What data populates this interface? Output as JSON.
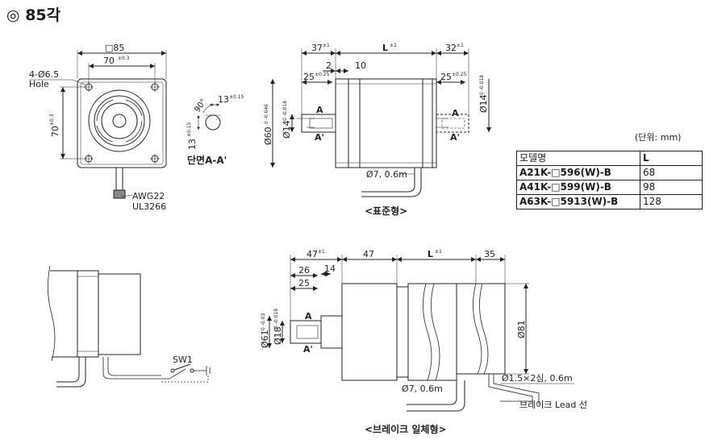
{
  "title": "◎ 85각",
  "unit_label": "(단위: mm)",
  "table": {
    "headers": [
      "모델명",
      "L"
    ],
    "rows": [
      {
        "model": "A21K-□596(W)-B",
        "L": "68"
      },
      {
        "model": "A41K-□599(W)-B",
        "L": "98"
      },
      {
        "model": "A63K-□5913(W)-B",
        "L": "128"
      }
    ]
  },
  "front_view": {
    "square": "□85",
    "pitch": "70",
    "pitch_tol": "±0.3",
    "pitch_v": "70",
    "pitch_v_tol": "±0.3",
    "hole": "4-Ø6.5",
    "hole_word": "Hole",
    "wire1": "AWG22",
    "wire2": "UL3266"
  },
  "section": {
    "angle": "90°",
    "key_w": "13",
    "key_w_tol": "±0.15",
    "key_h": "13",
    "key_h_tol": "±0.15",
    "caption": "단면A-A'"
  },
  "standard": {
    "d37": "37",
    "d37_tol": "±1",
    "dL": "L",
    "dL_tol": "±1",
    "d32": "32",
    "d32_tol": "±1",
    "d2": "2",
    "d10": "10",
    "d25a": "25",
    "d25a_tol": "±0.25",
    "d25b": "25",
    "d25b_tol": "±0.25",
    "dia60": "Ø60",
    "dia60_tol": "0 -0.046",
    "dia14a": "Ø14",
    "dia14a_tol": "0 -0.018",
    "dia14b": "Ø14",
    "dia14b_tol": "0 -0.018",
    "sec_a": "A",
    "sec_a2": "A'",
    "cable": "Ø7, 0.6m",
    "caption": "<표준형>"
  },
  "brake": {
    "d47a": "47",
    "d47a_tol": "±1",
    "d14": "14",
    "d47b": "47",
    "dL": "L",
    "dL_tol": "±1",
    "d35": "35",
    "d26": "26",
    "d25": "25",
    "dia61": "Ø61",
    "dia61_tol": "0 -0.03",
    "dia18": "Ø18",
    "dia18_tol": "0 -0.018",
    "dia81": "Ø81",
    "sec_a": "A",
    "sec_a2": "A'",
    "cable": "Ø7, 0.6m",
    "brake_cable": "Ø1.5×2심, 0.6m",
    "lead": "브레이크 Lead 선",
    "caption": "<브레이크 일체형>"
  },
  "wiring": {
    "switch": "SW1"
  }
}
